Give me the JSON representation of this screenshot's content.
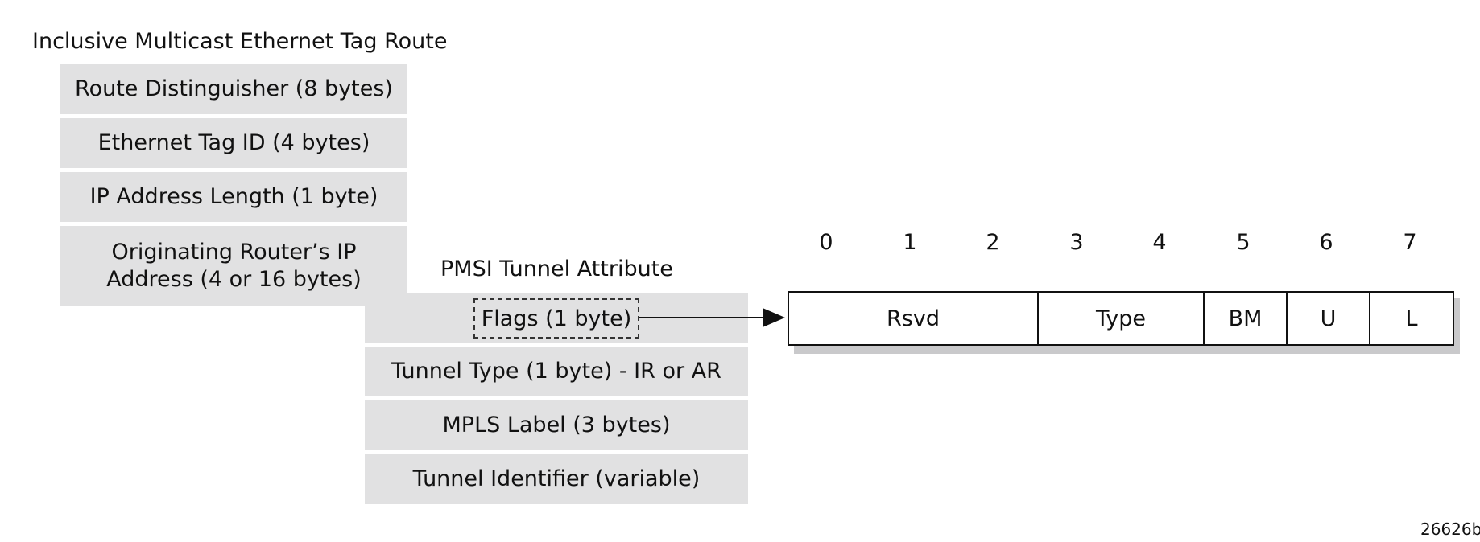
{
  "route": {
    "title": "Inclusive Multicast Ethernet Tag Route",
    "fields": [
      {
        "label": "Route Distinguisher (8 bytes)"
      },
      {
        "label": "Ethernet Tag ID (4 bytes)"
      },
      {
        "label": "IP Address Length (1 byte)"
      },
      {
        "label_line1": "Originating Router’s IP",
        "label_line2": "Address (4 or 16 bytes)"
      }
    ]
  },
  "pmsi": {
    "title": "PMSI Tunnel Attribute",
    "fields": [
      {
        "label": "Flags (1 byte)"
      },
      {
        "label": "Tunnel Type (1 byte) - IR or AR"
      },
      {
        "label": "MPLS Label (3 bytes)"
      },
      {
        "label": "Tunnel Identifier (variable)"
      }
    ]
  },
  "flags_byte": {
    "bit_numbers": [
      "0",
      "1",
      "2",
      "3",
      "4",
      "5",
      "6",
      "7"
    ],
    "fields": [
      {
        "label": "Rsvd",
        "bits": 3
      },
      {
        "label": "Type",
        "bits": 2
      },
      {
        "label": "BM",
        "bits": 1
      },
      {
        "label": "U",
        "bits": 1
      },
      {
        "label": "L",
        "bits": 1
      }
    ]
  },
  "figure_id": "26626b"
}
